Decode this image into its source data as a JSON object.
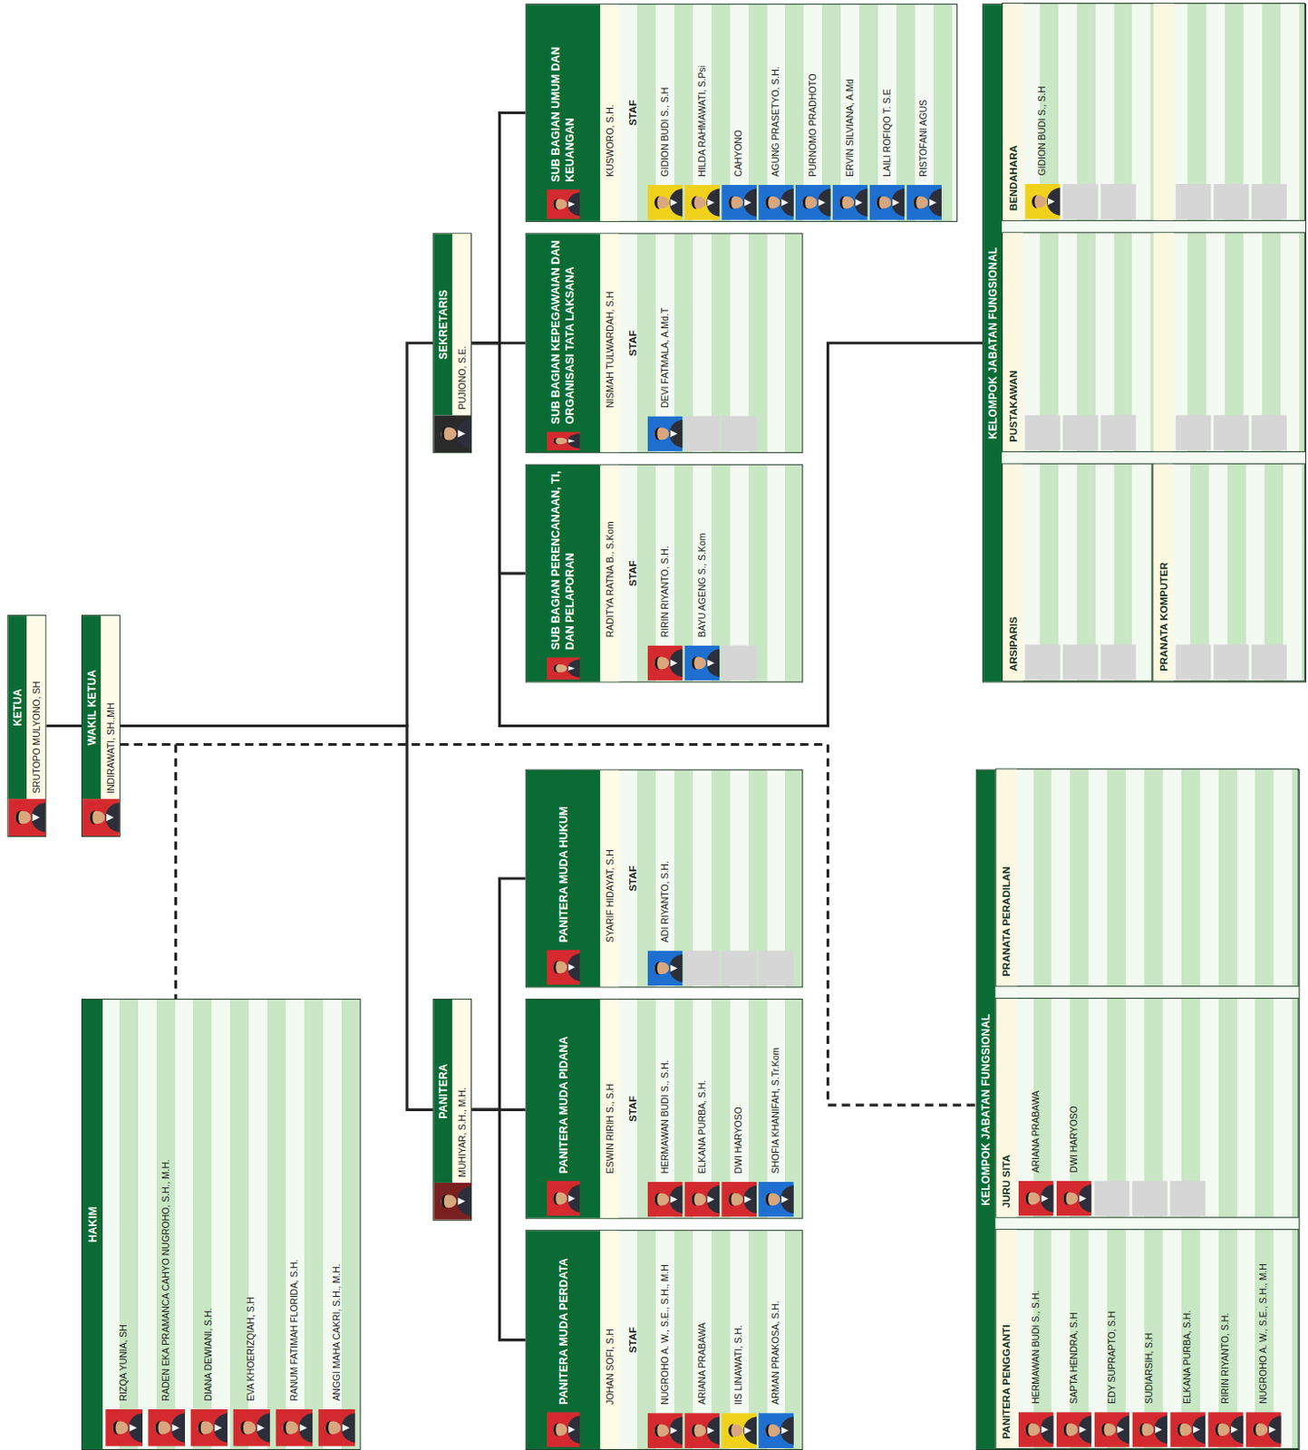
{
  "diagram": {
    "nodes": [
      {
        "text": [
          "KETUA",
          "SRUTOPO MULYONO, SH"
        ]
      },
      {
        "text": [
          "WAKIL KETUA",
          "INDIRAWATI, SH.,MH"
        ]
      },
      {
        "text": [
          "HAKIM",
          "RIZQA YUNIA, SH",
          "RADEN EKA PRAMANCA CAHYO NUGROHO, S.H., M.H.",
          "DIANA DEWIANI, S.H.",
          "EVA KHOERIZQIAH, S.H",
          "RANUM FATIMAH FLORIDA, S.H.",
          "ANGGI MAHA CAKRI, S.H., M.H."
        ]
      },
      {
        "text": [
          "SEKRETARIS",
          "PUJIONO, S.E."
        ]
      },
      {
        "text": [
          "SUB BAGIAN UMUM DAN KEUANGAN",
          "KUSWORO, S.H.",
          "STAF",
          "GIDION BUDI S., S.H",
          "HILDA RAHMAWATI, S.Psi",
          "CAHYONO",
          "AGUNG PRASETYO, S.H.",
          "PURNOMO PRADHOTO",
          "ERVIN SILVIANA, A.Md",
          "LAILI ROFIQO T. S.E",
          "RISTOFANI AGUS"
        ]
      },
      {
        "text": [
          "SUB BAGIAN KEPEGAWAIAN DAN ORGANISASI TATA LAKSANA",
          "NISMAH TULWARDAH, S.H",
          "STAF",
          "DEVI FATMALA, A.Md.T"
        ]
      },
      {
        "text": [
          "SUB BAGIAN PERENCANAAN, TI, DAN PELAPORAN",
          "RADITYA RATNA B., S.Kom",
          "STAF",
          "RIRIN RIYANTO, S.H.",
          "BAYU AGENG S., S.Kom"
        ]
      },
      {
        "text": [
          "KELOMPOK JABATAN FUNGSIONAL"
        ]
      },
      {
        "text": [
          "BENDAHARA",
          "GIDION BUDI S., S.H"
        ],
        "in": 7
      },
      {
        "text": [
          "PUSTAKAWAN"
        ],
        "in": 7
      },
      {
        "text": [
          "ARSIPARIS"
        ],
        "in": 7
      },
      {
        "text": [
          "PRANATA KOMPUTER"
        ],
        "in": 7
      },
      {
        "text": [
          "PANITERA",
          "MUHIYAR, S.H., M.H."
        ]
      },
      {
        "text": [
          "PANITERA MUDA HUKUM",
          "SYARIF HIDAYAT, S.H",
          "STAF",
          "ADI RIYANTO, S.H."
        ]
      },
      {
        "text": [
          "PANITERA MUDA PIDANA",
          "ESWIN RIRIH S., S.H",
          "STAF",
          "HERMAWAN BUDI S., S.H.",
          "ELKANA PURBA, S.H.",
          "DWI HARYOSO",
          "SHOFIA KHANIFAH, S.Tr.Kom"
        ]
      },
      {
        "text": [
          "PANITERA MUDA PERDATA",
          "JOHAN SOFI, S.H",
          "STAF",
          "NUGROHO A. W., S.E., S.H., M.H",
          "ARIANA PRABAWA",
          "IIS LINAWATI, S.H.",
          "ARMAN PRAKOSA, S.H."
        ]
      },
      {
        "text": [
          "KELOMPOK JABATAN FUNGSIONAL"
        ]
      },
      {
        "text": [
          "PANITERA PENGGANTI",
          "HERMAWAN BUDI S., S.H.",
          "SAPTA HENDRA, S.H",
          "EDY SUPRAPTO, S.H",
          "SUDIARSIH, S.H",
          "ELKANA PURBA, S.H.",
          "RIRIN RIYANTO, S.H.",
          "NUGROHO A. W., S.E., S.H., M.H"
        ],
        "in": 16
      },
      {
        "text": [
          "JURU SITA",
          "ARIANA PRABAWA",
          "DWI HARYOSO"
        ],
        "in": 16
      },
      {
        "text": [
          "PRANATA PERADILAN"
        ],
        "in": 16
      }
    ],
    "edges": [
      {
        "from": 0,
        "to": 1,
        "arrow": "none"
      },
      {
        "from": 1,
        "to": 3,
        "arrow": "none"
      },
      {
        "from": 1,
        "to": 12,
        "arrow": "none"
      },
      {
        "from": 1,
        "to": 2,
        "arrow": "none"
      },
      {
        "from": 1,
        "to": 16,
        "arrow": "none"
      },
      {
        "from": 3,
        "to": 4,
        "arrow": "none"
      },
      {
        "from": 3,
        "to": 5,
        "arrow": "none"
      },
      {
        "from": 3,
        "to": 6,
        "arrow": "none"
      },
      {
        "from": 3,
        "to": 7,
        "arrow": "none"
      },
      {
        "from": 12,
        "to": 13,
        "arrow": "none"
      },
      {
        "from": 12,
        "to": 14,
        "arrow": "none"
      },
      {
        "from": 12,
        "to": 15,
        "arrow": "none"
      }
    ]
  }
}
